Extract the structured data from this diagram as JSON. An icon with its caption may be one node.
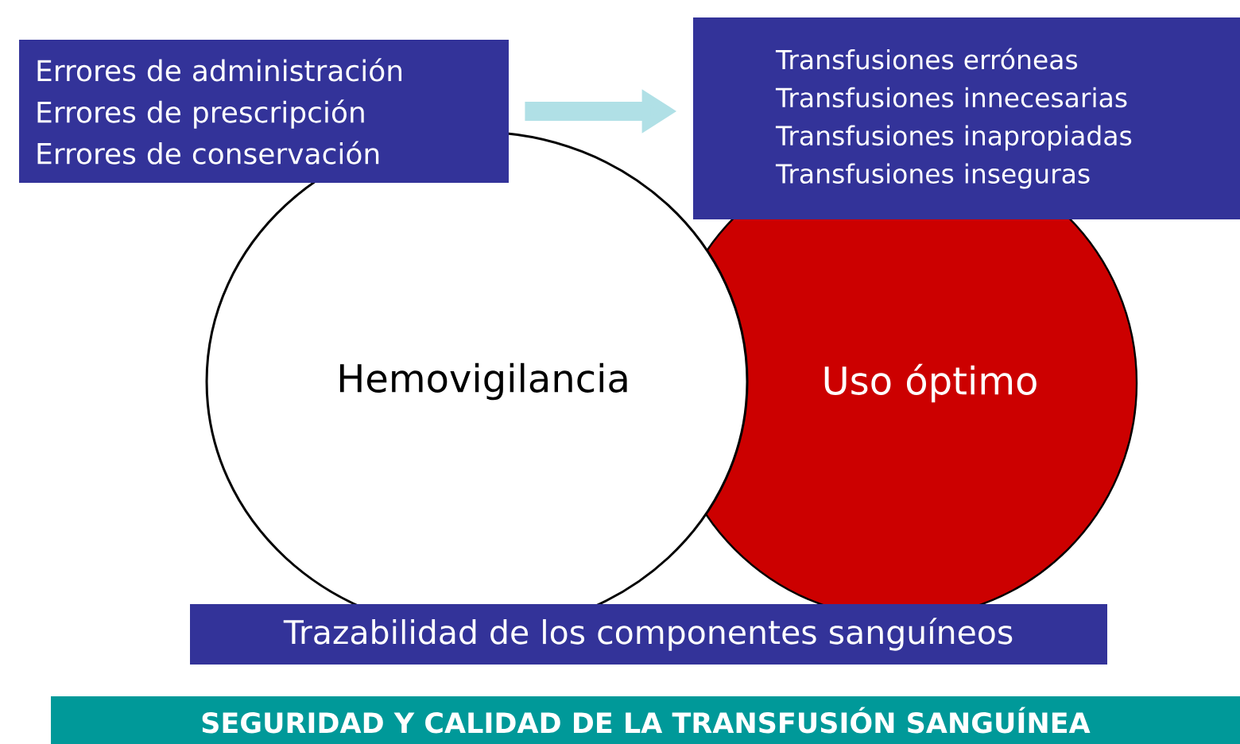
{
  "diagram": {
    "nodes": [
      {
        "text": [
          "Errores de administración",
          "Errores de prescripción",
          "Errores de conservación"
        ]
      },
      {
        "text": [
          "Transfusiones erróneas",
          "Transfusiones innecesarias",
          "Transfusiones inapropiadas",
          "Transfusiones inseguras"
        ]
      },
      {
        "text": [
          "Uso óptimo"
        ]
      },
      {
        "text": [
          "Hemovigilancia"
        ]
      },
      {
        "text": [
          "Trazabilidad de los componentes sanguíneos"
        ]
      },
      {
        "text": [
          "SEGURIDAD Y CALIDAD DE LA TRANSFUSIÓN SANGUÍNEA"
        ]
      }
    ],
    "edges": [
      {
        "from": 0,
        "to": 1,
        "arrow": "to"
      }
    ]
  }
}
